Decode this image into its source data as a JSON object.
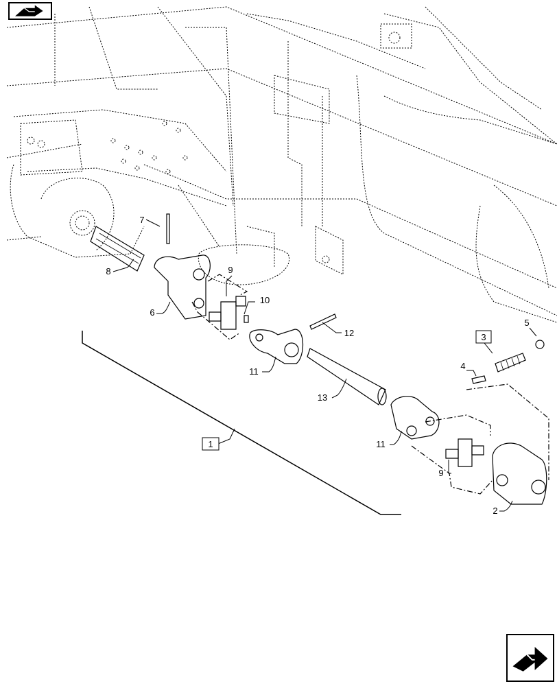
{
  "navigation": {
    "previous_icon": "arrow-back-icon",
    "next_icon": "arrow-forward-icon"
  },
  "callouts": {
    "c1": "1",
    "c2": "2",
    "c3": "3",
    "c4": "4",
    "c5": "5",
    "c6": "6",
    "c7": "7",
    "c8": "8",
    "c9a": "9",
    "c9b": "9",
    "c10": "10",
    "c11a": "11",
    "c11b": "11",
    "c12": "12",
    "c13": "13"
  },
  "colors": {
    "line": "#000000",
    "background": "#ffffff"
  }
}
